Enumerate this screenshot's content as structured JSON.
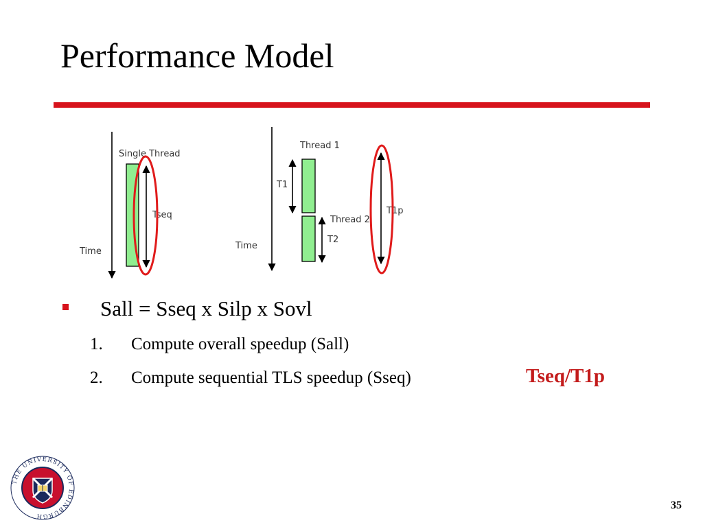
{
  "slide": {
    "title": "Performance Model",
    "page_number": "35",
    "accent_color": "#d7131c"
  },
  "diagram": {
    "single": {
      "thread_label": "Single Thread",
      "time_label": "Time",
      "duration_label": "Tseq"
    },
    "parallel": {
      "thread1_label": "Thread 1",
      "thread2_label": "Thread 2",
      "time_label": "Time",
      "t1_label": "T1",
      "t2_label": "T2",
      "total_label": "T1p"
    },
    "bar_color": "#90ee90",
    "highlight_color": "#e01b1b"
  },
  "content": {
    "main_bullet": "Sall = Sseq x Silp x Sovl",
    "steps": [
      {
        "num": "1.",
        "text": "Compute overall speedup (Sall)"
      },
      {
        "num": "2.",
        "text": "Compute sequential TLS speedup (Sseq)"
      }
    ],
    "highlight_formula": "Tseq/T1p"
  },
  "logo": {
    "ring_text": "THE UNIVERSITY OF EDINBURGH",
    "icon": "university-crest-icon"
  }
}
